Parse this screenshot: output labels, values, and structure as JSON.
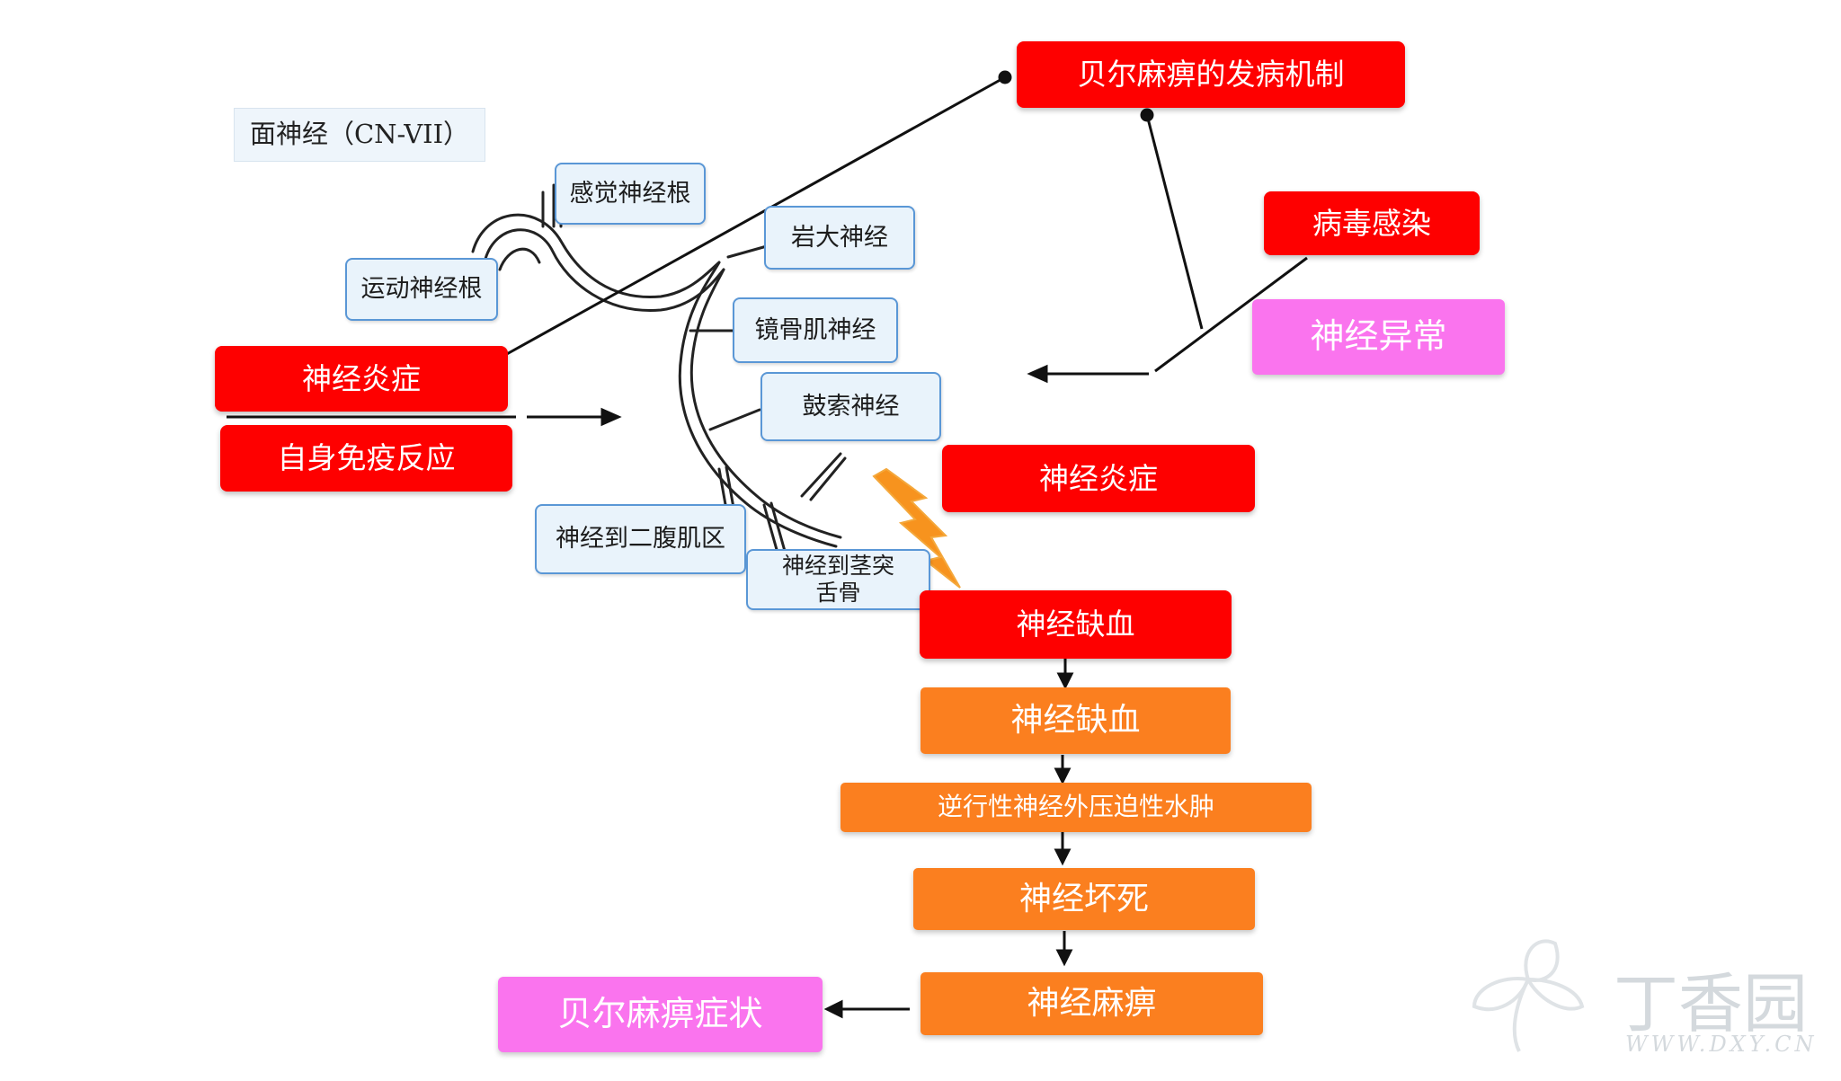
{
  "title_box": "面神经（CN-VII）",
  "anatomy": {
    "sensory_root": "感觉神经根",
    "greater_petrosal": "岩大神经",
    "motor_root": "运动神经根",
    "stapedius": "镜骨肌神经",
    "chorda_tympani": "鼓索神经",
    "digastric": "神经到二腹肌区",
    "stylohyoid": "神经到茎突\n舌骨"
  },
  "mechanism": {
    "title": "贝尔麻痹的发病机制",
    "virus": "病毒感染",
    "nerve_abnormal": "神经异常",
    "left_inflammation": "神经炎症",
    "autoimmune": "自身免疫反应",
    "mid_inflammation": "神经炎症",
    "ischemia_red": "神经缺血"
  },
  "flow": {
    "ischemia": "神经缺血",
    "edema": "逆行性神经外压迫性水肿",
    "necrosis": "神经坏死",
    "paralysis": "神经麻痹",
    "symptoms": "贝尔麻痹症状"
  },
  "colors": {
    "red": "#fe0000",
    "orange": "#fb7f1f",
    "pink": "#fa74ee",
    "blue_border": "#5a97d6",
    "lightning": "#f7931e"
  },
  "watermark": {
    "brand": "丁香园",
    "url": "WWW.DXY.CN"
  }
}
